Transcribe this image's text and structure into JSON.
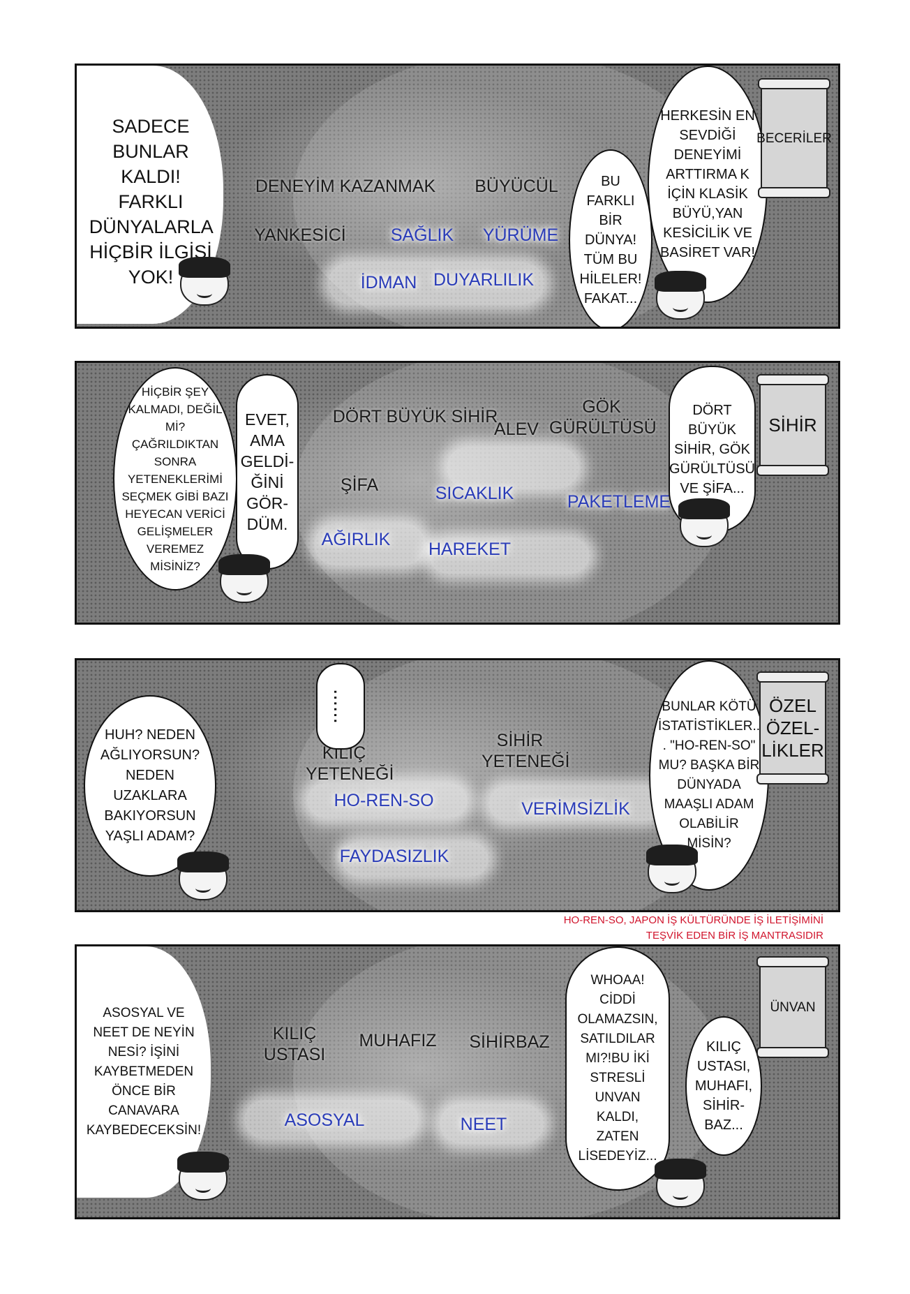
{
  "panel1": {
    "left_bubble": "SADECE BUNLAR KALDI! FARKLI DÜNYALARLA HİÇBİR İLGİSİ YOK!",
    "mid_bubble": "BU FARKLI BİR DÜNYA! TÜM BU HİLELER! FAKAT...",
    "right_bubble": "HERKESİN EN SEVDİĞİ DENEYİMİ ARTTIRMA K İÇİN KLASİK BÜYÜ,YAN KESİCİLİK VE BASİRET VAR!",
    "scroll_label": "BECERİLER",
    "words_dark": [
      "DENEYİM KAZANMAK",
      "BÜYÜCÜL",
      "YANKESİCİ"
    ],
    "words_blue": [
      "SAĞLIK",
      "YÜRÜME",
      "İDMAN",
      "DUYARLILIK"
    ]
  },
  "panel2": {
    "left_bubble": "HİÇBİR ŞEY KALMADI, DEĞİL Mİ? ÇAĞRILDIKTAN SONRA YETENEKLERİMİ SEÇMEK GİBİ BAZI HEYECAN VERİCİ GELİŞMELER VEREMEZ MİSİNİZ?",
    "mid_bubble": "EVET, AMA GELDİ-ĞİNİ GÖR-DÜM.",
    "right_bubble": "DÖRT BÜYÜK SİHİR, GÖK GÜRÜLTÜSÜ VE ŞİFA...",
    "scroll_label": "SİHİR",
    "words_dark": [
      "DÖRT BÜYÜK SİHİR",
      "ALEV",
      "GÖK GÜRÜLTÜSÜ",
      "ŞİFA"
    ],
    "words_blue": [
      "SICAKLIK",
      "PAKETLEME",
      "AĞIRLIK",
      "HAREKET"
    ]
  },
  "panel3": {
    "left_bubble": "HUH? NEDEN AĞLIYORSUN? NEDEN UZAKLARA BAKIYORSUN YAŞLI ADAM?",
    "dots": "......",
    "right_bubble": "BUNLAR KÖTÜ İSTATİSTİKLER.. . \"HO-REN-SO\" MU? BAŞKA BİR DÜNYADA MAAŞLI ADAM OLABİLİR MİSİN?",
    "scroll_label": "ÖZEL ÖZEL-LİKLER",
    "words_dark": [
      "KILIÇ YETENEĞİ",
      "SİHİR YETENEĞİ"
    ],
    "words_blue": [
      "HO-REN-SO",
      "VERİMSİZLİK",
      "FAYDASIZLIK"
    ]
  },
  "translator_note": "HO-REN-SO, JAPON İŞ KÜLTÜRÜNDE İŞ İLETİŞİMİNİ TEŞVİK EDEN BİR İŞ MANTRASIDIR",
  "panel4": {
    "left_bubble": "ASOSYAL VE NEET DE NEYİN NESİ? İŞİNİ KAYBETMEDEN ÖNCE BİR CANAVARA KAYBEDECEKSİN!",
    "mid_bubble": "WHOAA! CİDDİ OLAMAZSIN, SATILDILAR MI?!BU İKİ STRESLİ UNVAN KALDI, ZATEN LİSEDEYİZ...",
    "right_bubble": "KILIÇ USTASI, MUHAFI, SİHİR-BAZ...",
    "scroll_label": "ÜNVAN",
    "words_dark": [
      "KILIÇ USTASI",
      "MUHAFIZ",
      "SİHİRBAZ"
    ],
    "words_blue": [
      "ASOSYAL",
      "NEET"
    ]
  }
}
